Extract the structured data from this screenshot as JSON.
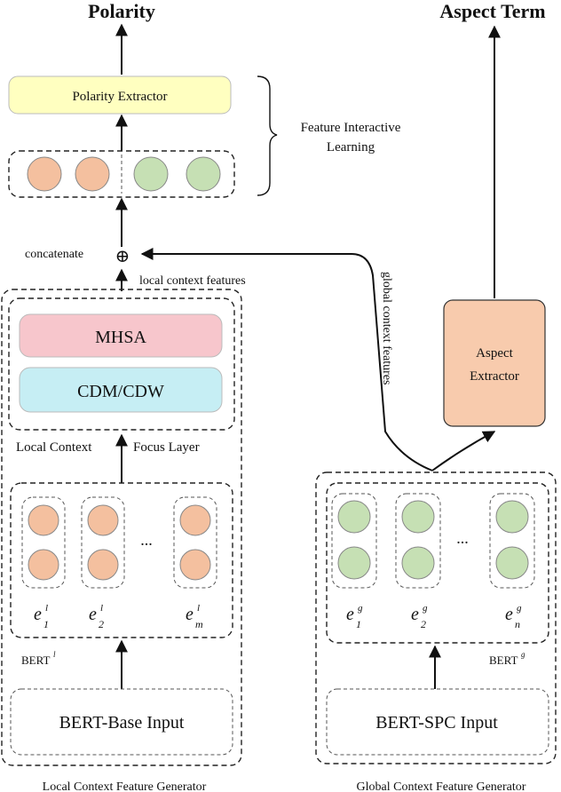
{
  "titles": {
    "polarity": "Polarity",
    "aspect_term": "Aspect Term"
  },
  "polarity_extractor": {
    "label": "Polarity Extractor"
  },
  "feature_interactive_learning": {
    "line1": "Feature Interactive",
    "line2": "Learning"
  },
  "concat": {
    "label": "concatenate",
    "symbol": "⊕"
  },
  "local_context_features": "local  context features",
  "global_context_features": "global  context features",
  "lcf_layer": {
    "mhsa": "MHSA",
    "cdm": "CDM/CDW",
    "label_left": "Local Context",
    "label_right": "Focus Layer"
  },
  "aspect_extractor": {
    "line1": "Aspect",
    "line2": "Extractor"
  },
  "bert_local": {
    "label_base": "BERT",
    "label_sup": "l",
    "ellipsis": "...",
    "embeddings": [
      {
        "base": "e",
        "sup": "l",
        "sub": "1"
      },
      {
        "base": "e",
        "sup": "l",
        "sub": "2"
      },
      {
        "base": "e",
        "sup": "l",
        "sub": "m"
      }
    ]
  },
  "bert_global": {
    "label_base": "BERT",
    "label_sup": "g",
    "ellipsis": "...",
    "embeddings": [
      {
        "base": "e",
        "sup": "g",
        "sub": "1"
      },
      {
        "base": "e",
        "sup": "g",
        "sub": "2"
      },
      {
        "base": "e",
        "sup": "g",
        "sub": "n"
      }
    ]
  },
  "inputs": {
    "local": "BERT-Base Input",
    "global": "BERT-SPC Input"
  },
  "generators": {
    "local": "Local Context Feature Generator",
    "global": "Global Context Feature Generator"
  },
  "colors": {
    "orange": "#f4c09f",
    "green": "#c6e0b4",
    "yellow": "#ffffc0",
    "pink": "#f7c6cc",
    "cyan": "#c6eef4",
    "aspect": "#f8cbad"
  }
}
